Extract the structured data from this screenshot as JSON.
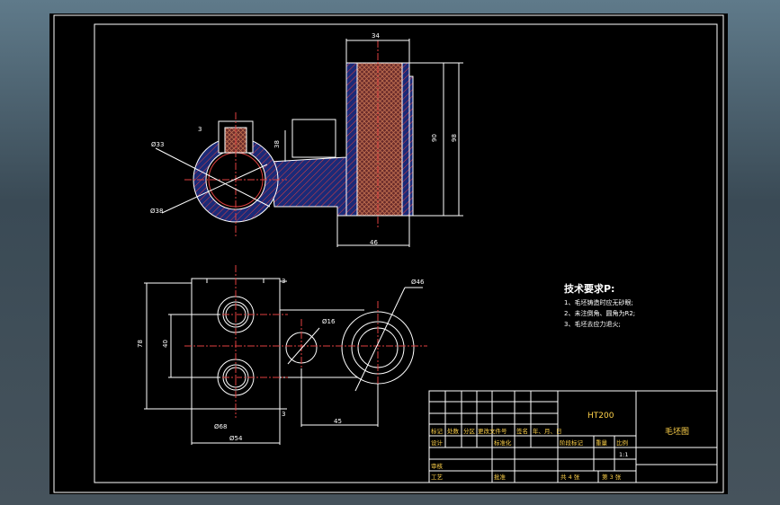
{
  "drawing": {
    "title_block": {
      "material": "HT200",
      "part_name": "毛坯图",
      "scale_label": "比例",
      "scale_value": "1:1",
      "weight_label": "重量",
      "stage_label": "阶段标记",
      "headers": [
        "标记",
        "处数",
        "分区",
        "更改文件号",
        "签名",
        "年、月、日"
      ],
      "row_design": "设计",
      "row_standard": "标准化",
      "row_review": "审核",
      "row_process": "工艺",
      "row_approve": "批准",
      "total_sheets": "共 4 张",
      "sheet_no": "第 3 张"
    },
    "tech_req": {
      "title": "技术要求P:",
      "items": [
        "1、毛坯铸造时应无砂眼;",
        "2、未注倒角、圆角为R2;",
        "3、毛坯去应力退火;"
      ]
    },
    "dims": {
      "top_width": "34",
      "height_90": "90",
      "height_98": "98",
      "base_46": "46",
      "dia_33": "Ø33",
      "dia_38": "Ø38",
      "d3": "3",
      "d38": "38",
      "h78": "78",
      "h40": "40",
      "dia_46": "Ø46",
      "dia_16": "Ø16",
      "len_45": "45",
      "d68": "Ø68",
      "d54": "Ø54",
      "s3a": "3",
      "s3b": "3"
    }
  }
}
